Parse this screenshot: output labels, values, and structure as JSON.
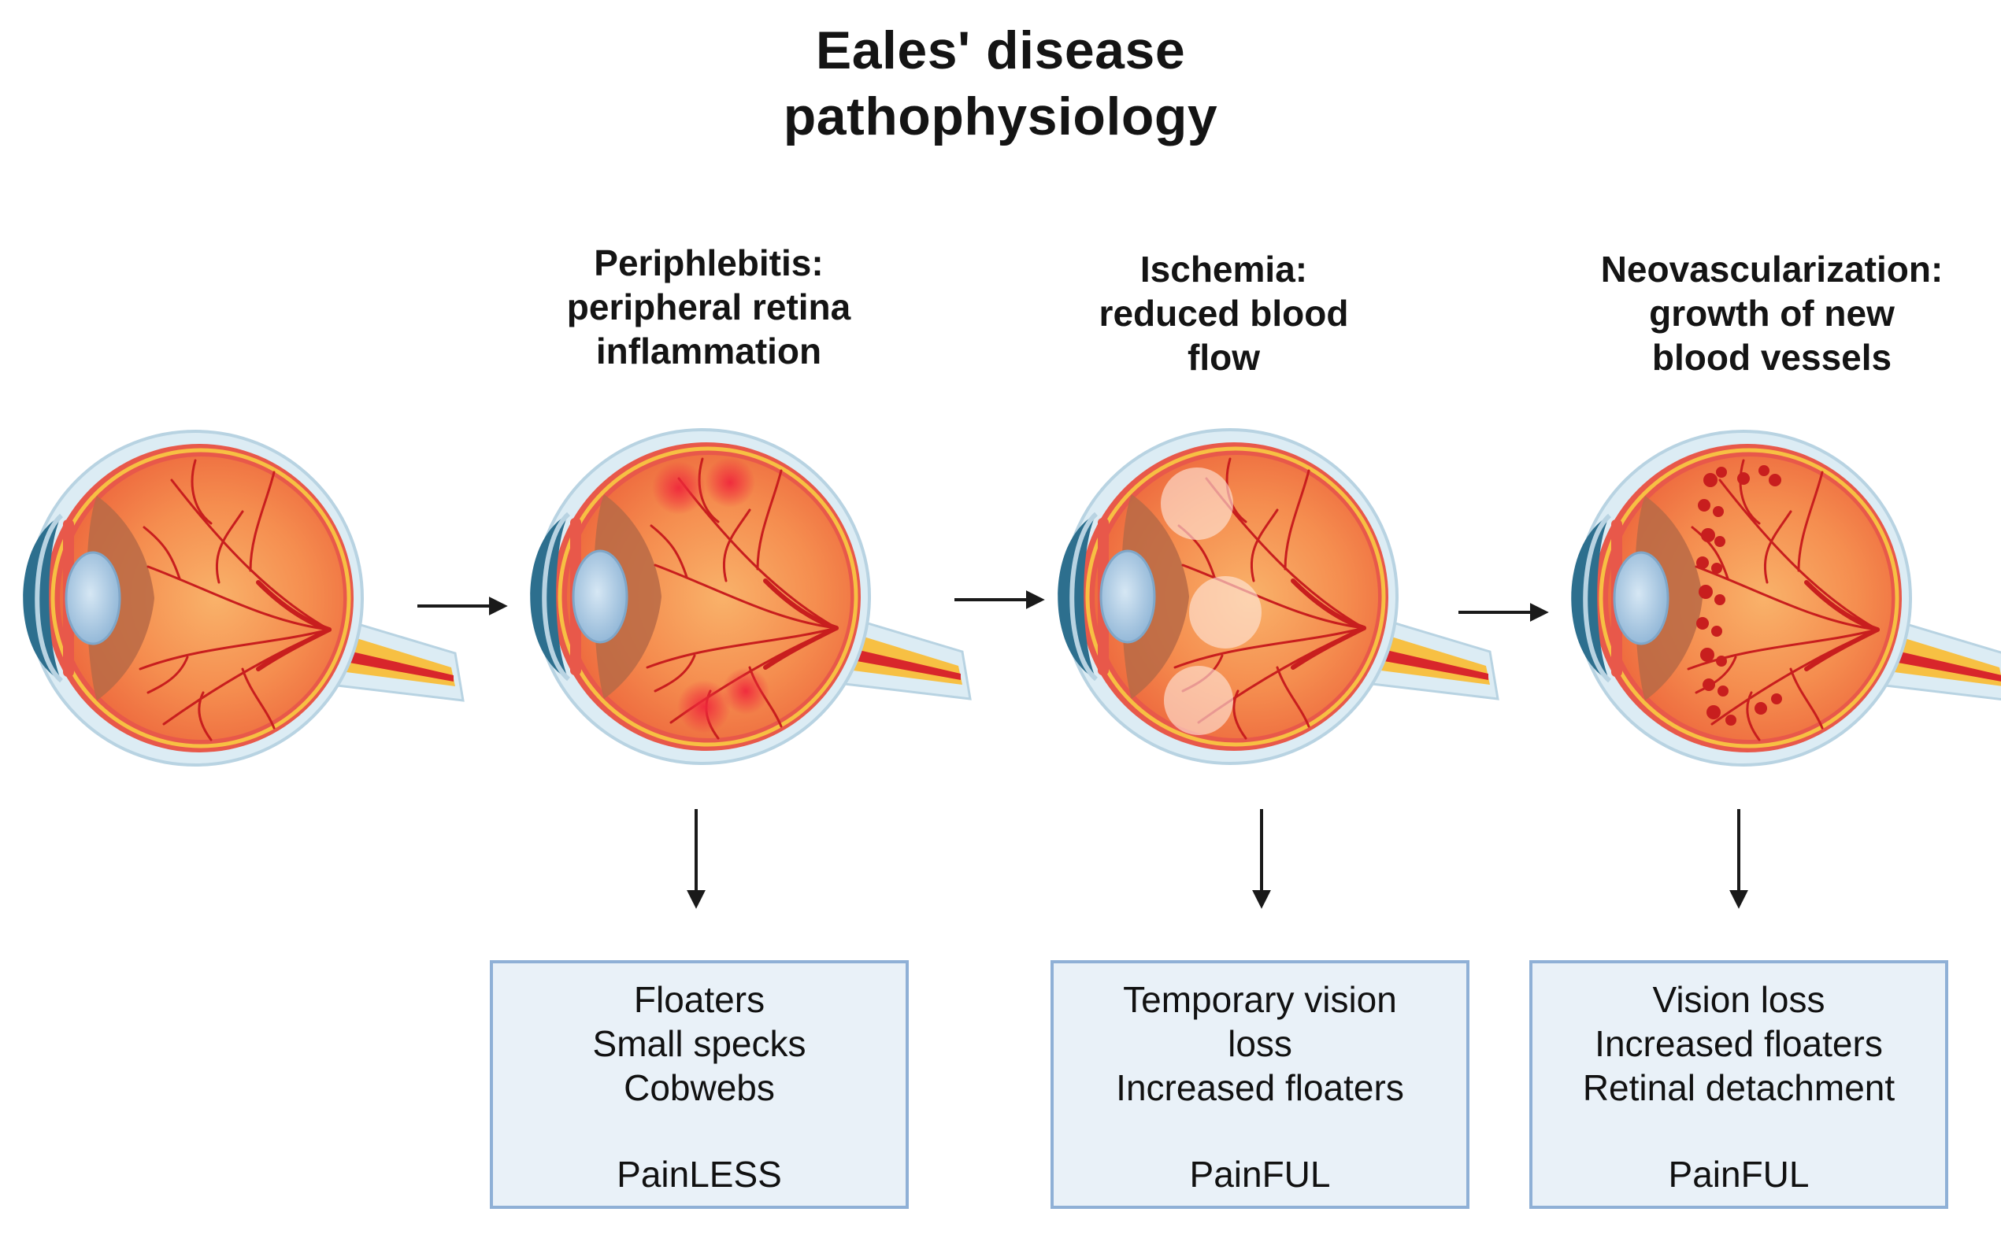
{
  "title": {
    "line1": "Eales' disease",
    "line2": "pathophysiology"
  },
  "stages": [
    {
      "heading": [
        "Periphlebitis:",
        "peripheral retina",
        "inflammation"
      ],
      "symptoms": [
        "Floaters",
        "Small specks",
        "Cobwebs"
      ],
      "pain": "PainLESS"
    },
    {
      "heading": [
        "Ischemia:",
        "reduced blood",
        "flow"
      ],
      "symptoms": [
        "Temporary vision",
        "loss",
        "Increased floaters"
      ],
      "pain": "PainFUL"
    },
    {
      "heading": [
        "Neovascularization:",
        "growth of new",
        "blood vessels"
      ],
      "symptoms": [
        "Vision loss",
        "Increased floaters",
        "Retinal detachment"
      ],
      "pain": "PainFUL"
    }
  ],
  "eyes": [
    {
      "name": "normal-eye",
      "lesion": "none"
    },
    {
      "name": "periphlebitis-eye",
      "lesion": "inflammation-spots"
    },
    {
      "name": "ischemia-eye",
      "lesion": "ischemic-patches"
    },
    {
      "name": "neovascularization-eye",
      "lesion": "new-vessel-clusters"
    }
  ],
  "colors": {
    "sclera": "#dcecf4",
    "choroid": "#e8584a",
    "retina_glow": "#f6a25e",
    "vessel": "#c81e1e",
    "optic_nerve": "#f7c043",
    "cornea": "#2d6f8e",
    "lens": "#a9c9e4",
    "box_fill": "#e9f1f8",
    "box_border": "#8fb0d6"
  }
}
